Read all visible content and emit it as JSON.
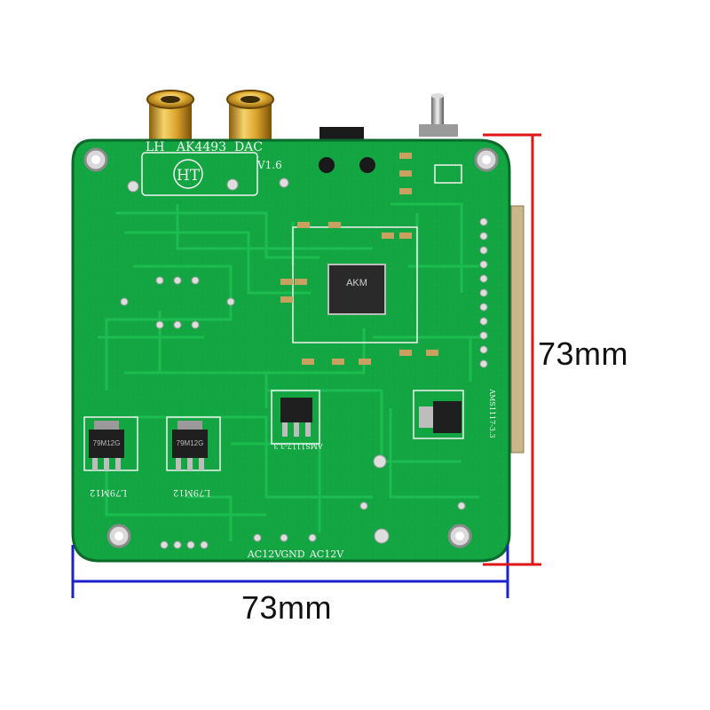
{
  "board": {
    "model_text": "LH   AK4493  DAC",
    "version_text": "V1.6",
    "logo_text": "HT",
    "chip_text": "AKM",
    "reg1_text": "79M12G",
    "reg2_text": "79M12G",
    "reg1_label": "L79M12",
    "reg2_label": "L79M12",
    "ams_label": "AMS1117-3.3",
    "ams_label2": "AMS1117-3.3",
    "power_labels": [
      "AC12V",
      "GND",
      "AC12V"
    ],
    "colors": {
      "pcb": "#13a542",
      "pcb_dark": "#0d7a30",
      "trace": "#1dbf52",
      "silkscreen": "#f2f2f2",
      "gold": "#e7b63a"
    }
  },
  "dimensions": {
    "width_label": "73mm",
    "height_label": "73mm",
    "width_line_color": "#1b22c9",
    "height_line_color": "#e01515"
  }
}
